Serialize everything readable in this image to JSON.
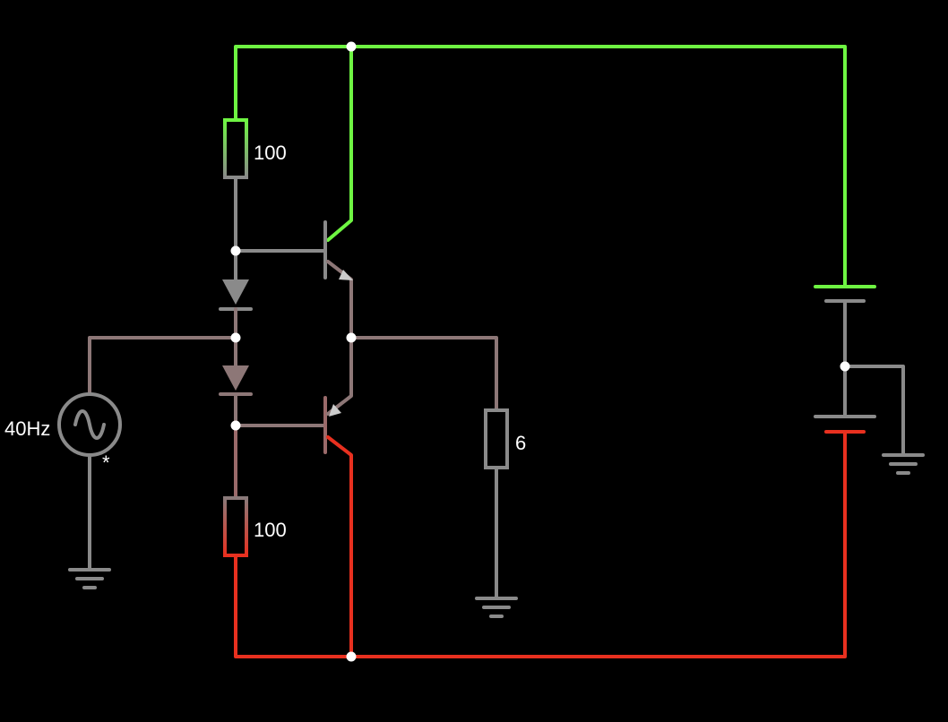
{
  "circuit": {
    "top_resistor_label": "100",
    "bottom_resistor_label": "100",
    "load_resistor_label": "6",
    "source_label": "40Hz",
    "source_marker": "*"
  },
  "colors": {
    "positive_rail": "#6ef542",
    "negative_rail": "#e8301f",
    "neutral_wire": "#8a8a8a",
    "mid_wire": "#8d7777",
    "background": "#000000",
    "node": "#ffffff"
  }
}
